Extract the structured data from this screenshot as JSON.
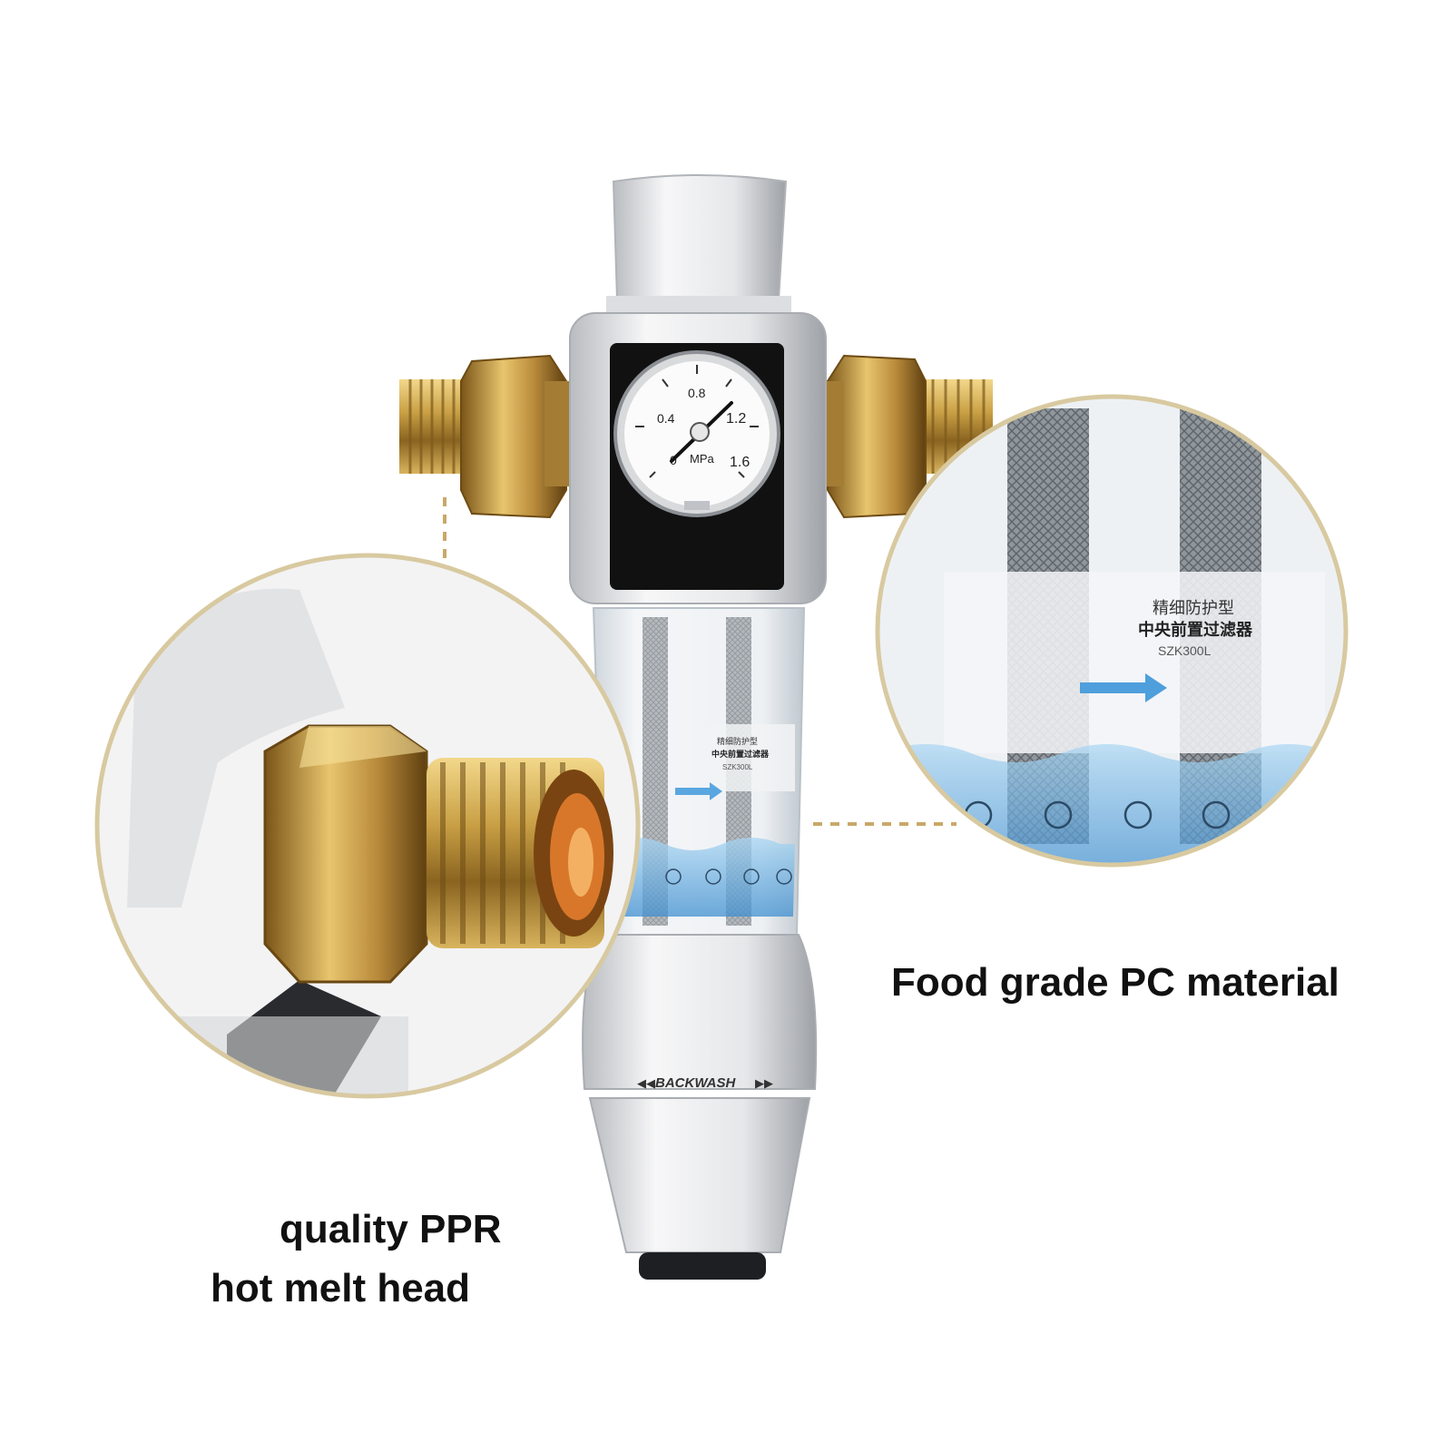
{
  "product": {
    "gauge_ticks": [
      "0",
      "0.4",
      "0.8",
      "1.2",
      "1.6"
    ],
    "gauge_unit": "MPa",
    "body_label": "BACKWASH",
    "label_zh_line1": "精细防护型",
    "label_zh_line2": "中央前置过滤器",
    "label_model": "SZK300L"
  },
  "captions": {
    "right": "Food grade PC material",
    "left_line1": "quality PPR",
    "left_line2": "hot melt head"
  },
  "colors": {
    "brass": "#c9a045",
    "circle_outline": "#d8c9a0",
    "leader_line": "#c9a86a",
    "water": "#6fb7e8",
    "gauge_panel": "#111111"
  },
  "icons": [
    "x-circle-icon",
    "refresh-icon",
    "snowflake-icon",
    "leaf-icon"
  ]
}
